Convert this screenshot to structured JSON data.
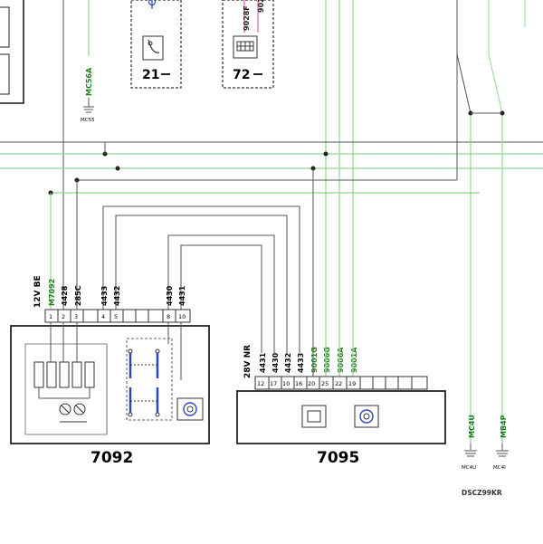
{
  "colors": {
    "wire": "#555555",
    "green": "#90d890",
    "blue": "#2a4ab8",
    "pink": "#e060b0"
  },
  "top_modules": {
    "left_code": "21",
    "right_code": "72",
    "right_stub_1": "9028F",
    "right_stub_2": "902"
  },
  "ground_top": {
    "wire": "MC56A",
    "label": "MC55"
  },
  "unit_7092": {
    "id": "7092",
    "voltage": "12V BE",
    "wires": [
      "M7092",
      "4428",
      "285C",
      "4433",
      "4432",
      "4430",
      "4431"
    ],
    "pins": [
      "1",
      "2",
      "3",
      "4",
      "5",
      "8",
      "10"
    ]
  },
  "unit_7095": {
    "id": "7095",
    "voltage": "28V NR",
    "wires": [
      "4431",
      "4430",
      "4432",
      "4433",
      "9001G",
      "9006G",
      "9006A",
      "9001A"
    ],
    "pins": [
      "12",
      "17",
      "10",
      "16",
      "20",
      "25",
      "22",
      "19"
    ]
  },
  "grounds_right": [
    {
      "wire": "MC4U",
      "label": "MC4U"
    },
    {
      "wire": "MB4P",
      "label": "MC4I"
    }
  ],
  "ref_code": "DSCZ99KR"
}
